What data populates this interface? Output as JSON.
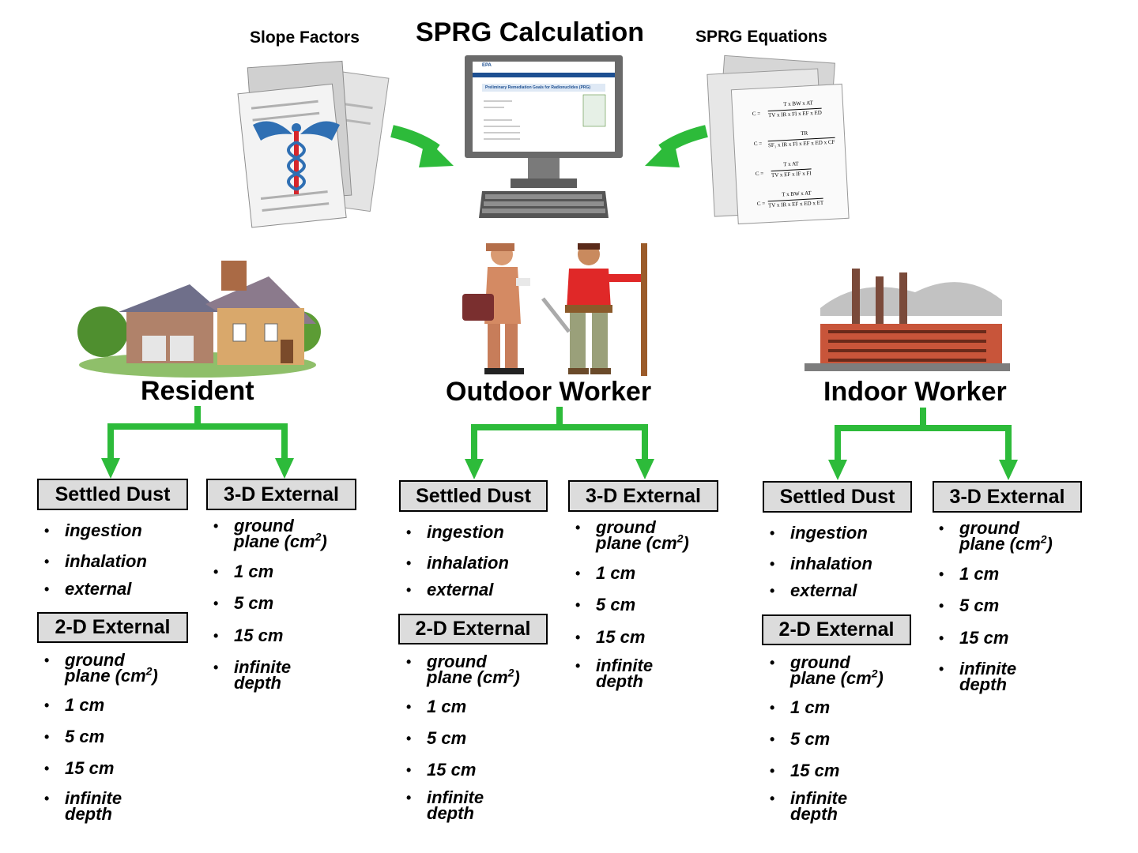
{
  "header": {
    "title": "SPRG Calculation",
    "left_label": "Slope Factors",
    "right_label": "SPRG Equations"
  },
  "equations": [
    "C =",
    "T x BW x AT",
    "TV x IR x FI x EF x ED",
    "TR",
    "SF₁ x IR x FI x EF x ED x CF",
    "T x AT",
    "TV x EF x IF x FI",
    "T x BW x AT",
    "TV x IR x EF x ED x ET"
  ],
  "monitor": {
    "logo": "EPA",
    "page_heading": "Preliminary Remediation Goals for Radionuclides (PRG)"
  },
  "scenarios": [
    {
      "name": "Resident",
      "settled_dust": {
        "label": "Settled Dust",
        "items": [
          "ingestion",
          "inhalation",
          "external"
        ]
      },
      "two_d": {
        "label": "2-D External",
        "items": [
          "ground plane (cm2)",
          "1 cm",
          "5 cm",
          "15 cm",
          "infinite depth"
        ]
      },
      "three_d": {
        "label": "3-D External",
        "items": [
          "ground plane (cm2)",
          "1 cm",
          "5 cm",
          "15 cm",
          "infinite depth"
        ]
      }
    },
    {
      "name": "Outdoor Worker",
      "settled_dust": {
        "label": "Settled Dust",
        "items": [
          "ingestion",
          "inhalation",
          "external"
        ]
      },
      "two_d": {
        "label": "2-D External",
        "items": [
          "ground plane (cm2)",
          "1 cm",
          "5 cm",
          "15 cm",
          "infinite depth"
        ]
      },
      "three_d": {
        "label": "3-D External",
        "items": [
          "ground plane (cm2)",
          "1 cm",
          "5 cm",
          "15 cm",
          "infinite depth"
        ]
      }
    },
    {
      "name": "Indoor Worker",
      "settled_dust": {
        "label": "Settled Dust",
        "items": [
          "ingestion",
          "inhalation",
          "external"
        ]
      },
      "two_d": {
        "label": "2-D External",
        "items": [
          "ground plane (cm2)",
          "1 cm",
          "5 cm",
          "15 cm",
          "infinite depth"
        ]
      },
      "three_d": {
        "label": "3-D External",
        "items": [
          "ground plane (cm2)",
          "1 cm",
          "5 cm",
          "15 cm",
          "infinite depth"
        ]
      }
    }
  ],
  "colors": {
    "arrow_green": "#2dbb3a",
    "box_gray": "#dcdcdc",
    "caduceus_blue": "#2f6fb3",
    "caduceus_red": "#d6262b"
  }
}
